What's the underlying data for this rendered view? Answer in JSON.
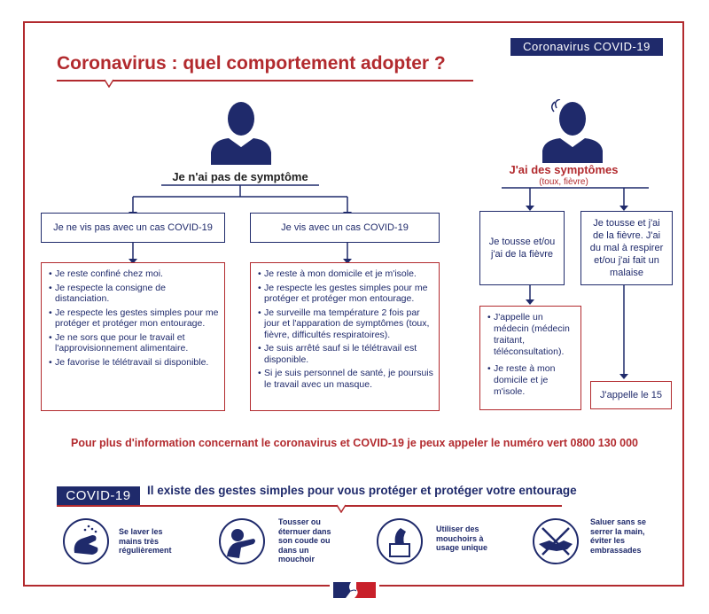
{
  "tag": "Coronavirus COVID-19",
  "title": "Coronavirus : quel comportement adopter ?",
  "no_symptom": {
    "heading": "Je n'ai pas de symptôme",
    "case_a": {
      "label": "Je ne vis pas avec un cas COVID-19",
      "items": [
        "Je reste confiné chez moi.",
        "Je respecte la consigne de distanciation.",
        "Je respecte les gestes simples pour me protéger et protéger mon entourage.",
        "Je ne sors que pour le travail et l'approvisionnement alimentaire.",
        "Je favorise le télétravail si disponible."
      ]
    },
    "case_b": {
      "label": "Je vis avec un cas COVID-19",
      "items": [
        "Je reste à mon domicile et je m'isole.",
        "Je respecte les gestes simples pour me protéger et protéger mon entourage.",
        "Je surveille ma température 2 fois par jour et l'apparation de symptômes (toux, fièvre, difficultés respiratoires).",
        "Je suis arrêté sauf si le télétravail est disponible.",
        "Si je suis personnel de santé, je poursuis le travail avec un masque."
      ]
    }
  },
  "symptoms": {
    "heading": "J'ai des symptômes",
    "subheading": "(toux, fièvre)",
    "case_a": {
      "label": "Je tousse et/ou j'ai de la fièvre",
      "items": [
        "J'appelle un médecin (médecin traitant, téléconsultation).",
        "Je reste à mon domicile et je m'isole."
      ]
    },
    "case_b": {
      "label": "Je tousse et j'ai de la fièvre. J'ai du mal à respirer et/ou j'ai fait un malaise",
      "action": "J'appelle le 15"
    }
  },
  "info": "Pour plus d'information concernant le coronavirus et COVID-19 je peux appeler le numéro vert 0800 130 000",
  "gestes": {
    "tag": "COVID-19",
    "title": "Il existe des gestes simples pour vous protéger et protéger votre entourage",
    "items": [
      {
        "icon": "hand-washing-icon",
        "text": "Se laver les mains très régulièrement"
      },
      {
        "icon": "cough-elbow-icon",
        "text": "Tousser ou éternuer dans son coude ou dans un mouchoir"
      },
      {
        "icon": "tissue-icon",
        "text": "Utiliser des mouchoirs à usage unique"
      },
      {
        "icon": "no-handshake-icon",
        "text": "Saluer sans se serrer la main, éviter les embrassades"
      }
    ]
  },
  "colors": {
    "navy": "#1f2a6b",
    "red": "#b22a2e"
  }
}
